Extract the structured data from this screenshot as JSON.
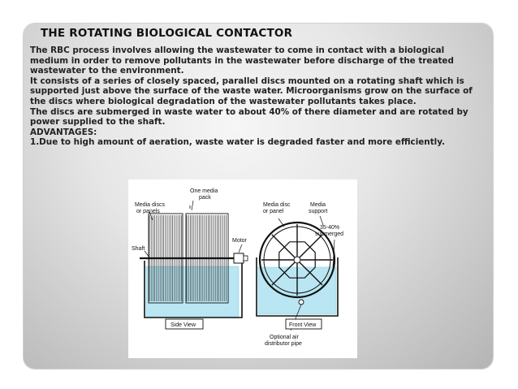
{
  "slide": {
    "title": "THE ROTATING BIOLOGICAL CONTACTOR",
    "paragraphs": [
      "The RBC process involves allowing the wastewater to come in contact with a biological medium in order to remove pollutants in the wastewater before discharge of the treated wastewater to the environment.",
      " It consists of a series of closely spaced, parallel discs mounted on a rotating shaft which is supported just above the surface of the waste water. Microorganisms grow on the surface of the discs where biological degradation of the wastewater pollutants takes place.",
      " The discs are submerged in waste water to about 40% of there diameter and are rotated by power supplied to the shaft.",
      " ADVANTAGES:",
      "1.Due to high amount of aeration, waste water is degraded faster and more efficiently."
    ]
  },
  "figure": {
    "labels": {
      "media_discs": [
        "Media discs",
        "or panels"
      ],
      "one_media_pack": [
        "One media",
        "pack"
      ],
      "shaft": "Shaft",
      "motor": "Motor",
      "media_disc_panel": [
        "Media disc",
        "or panel"
      ],
      "media_support": [
        "Media",
        "support"
      ],
      "submerged": [
        "35-40%",
        "submerged"
      ],
      "side_view": "Side View",
      "front_view": "Front View",
      "air_pipe": [
        "Optional air",
        "distributor pipe"
      ]
    },
    "colors": {
      "water": "#b9e6f2",
      "water_edge": "#8fd3e6"
    }
  }
}
